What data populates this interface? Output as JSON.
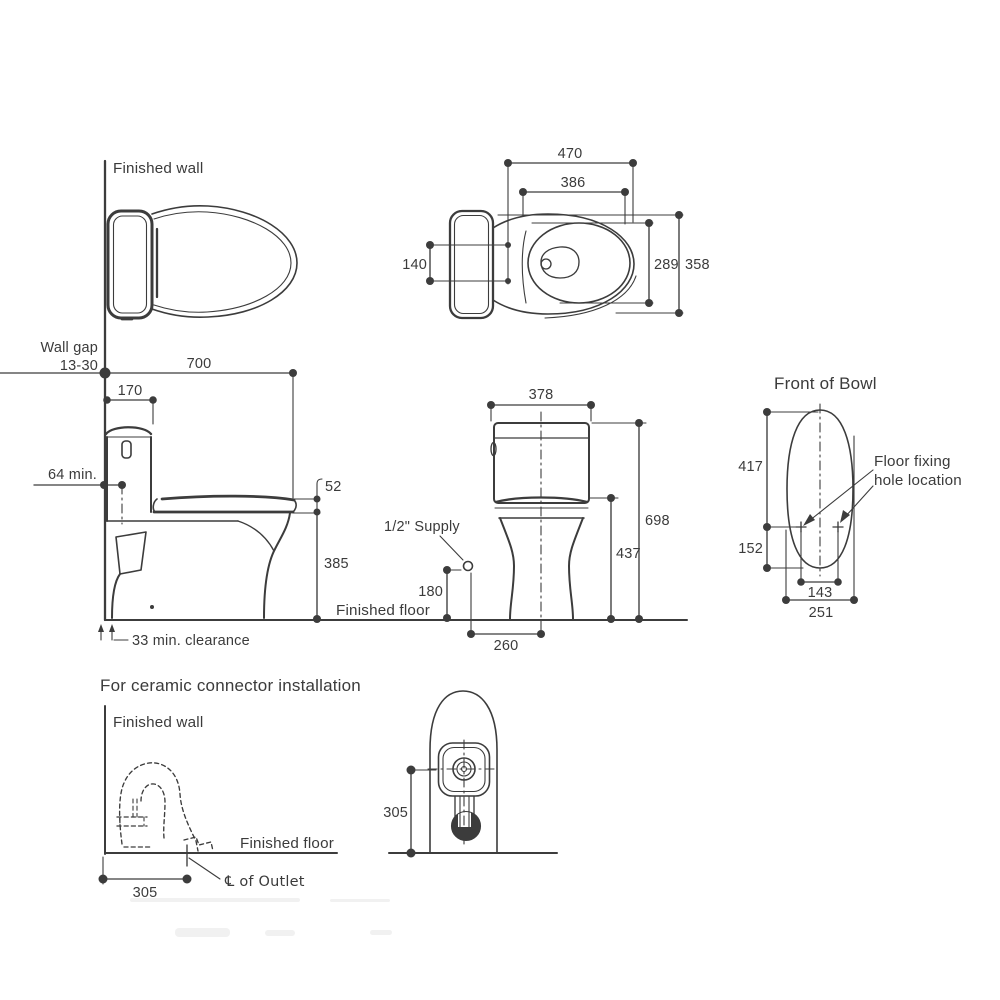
{
  "meta": {
    "description": "Toilet installation technical dimension drawing",
    "background": "#ffffff",
    "ink_color": "#3c3c3c"
  },
  "side_view": {
    "finished_wall": "Finished wall",
    "wall_gap_line1": "Wall gap",
    "wall_gap_line2": "13-30",
    "dim_depth": "700",
    "dim_tank_depth": "170",
    "dim_supply_min": "64 min.",
    "dim_seat_thickness": "52",
    "dim_rim_height": "385",
    "finished_floor": "Finished floor",
    "dim_clearance": "33 min. clearance"
  },
  "top_view": {
    "dim_overall_depth": "470",
    "dim_lid_depth": "386",
    "dim_hole_spacing": "140",
    "dim_seat_width": "289",
    "dim_overall_width": "358"
  },
  "front_view": {
    "dim_tank_width": "378",
    "dim_overall_height": "698",
    "dim_seat_height": "437",
    "supply_label": "1/2\" Supply",
    "dim_supply_height": "180",
    "dim_supply_offset": "260"
  },
  "front_of_bowl": {
    "title": "Front of Bowl",
    "note_line1": "Floor fixing",
    "note_line2": "hole location",
    "dim_front": "417",
    "dim_rear": "152",
    "dim_hole_spacing": "143",
    "dim_bowl_width": "251"
  },
  "ceramic_connector": {
    "title": "For ceramic connector installation",
    "finished_wall": "Finished wall",
    "finished_floor": "Finished floor",
    "dim_outlet_offset": "305",
    "outlet_label": "℄ of Outlet"
  },
  "rear_view": {
    "dim_outlet_height": "305"
  }
}
